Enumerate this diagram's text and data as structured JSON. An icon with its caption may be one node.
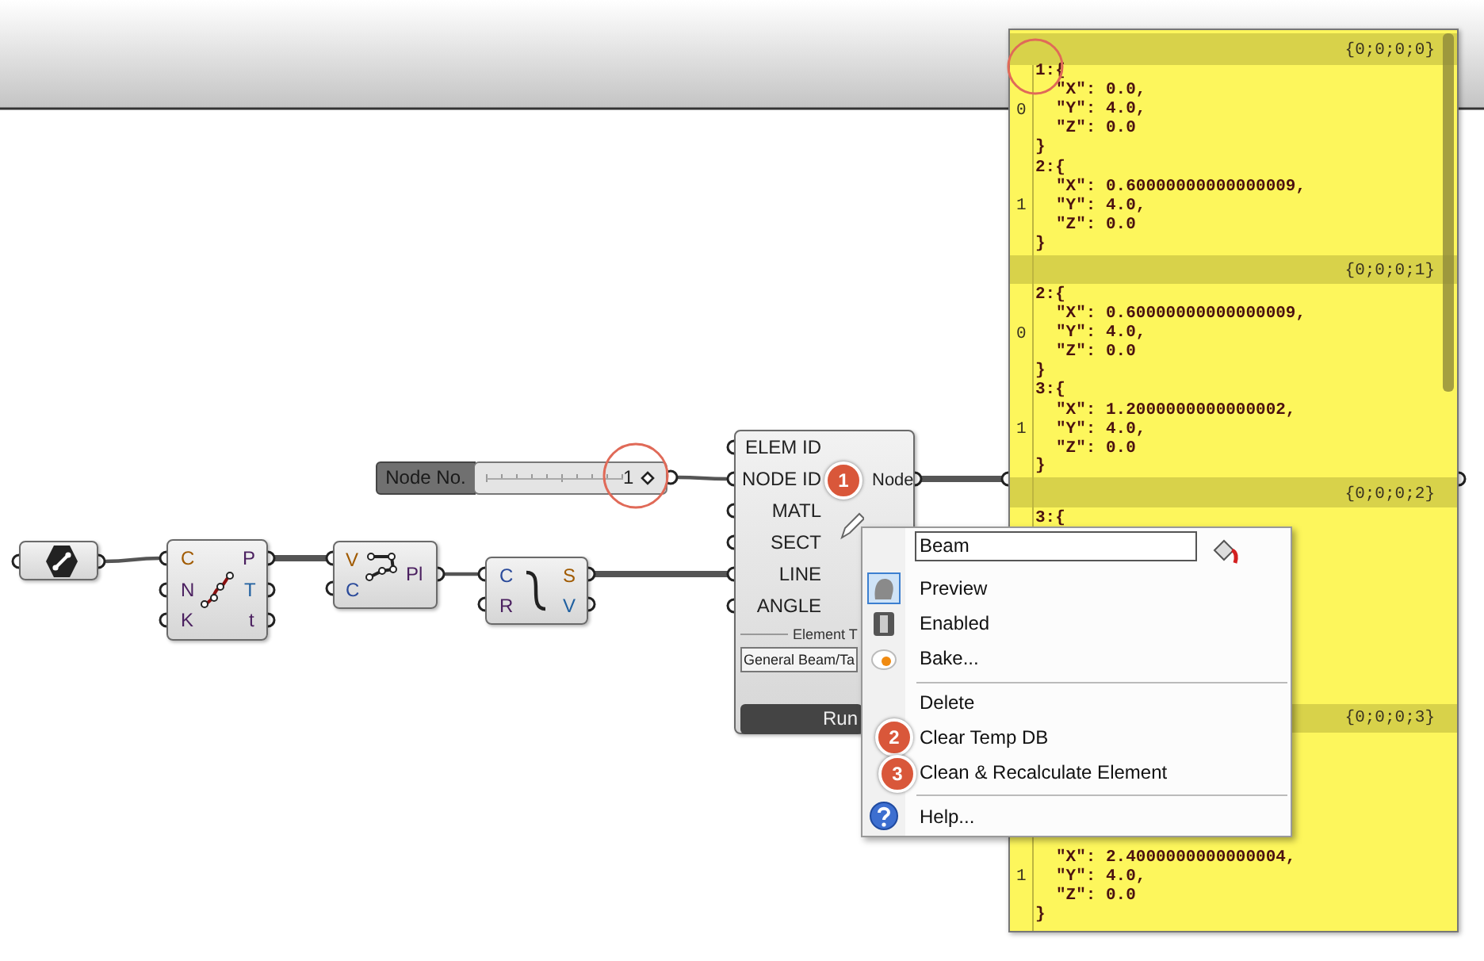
{
  "diagram": {
    "nodes": [
      {
        "text": [],
        "shape": "box"
      },
      {
        "text": [
          "C",
          "N",
          "K",
          "P",
          "T",
          "t"
        ]
      },
      {
        "text": [
          "V",
          "C",
          "Pl"
        ]
      },
      {
        "text": [
          "C",
          "R",
          "S",
          "V"
        ]
      },
      {
        "text": [
          "Node No.",
          "1"
        ]
      },
      {
        "text": [
          "ELEM ID",
          "NODE ID",
          "MATL",
          "SECT",
          "LINE",
          "ANGLE",
          "Node",
          "Element T",
          "General Beam/Ta",
          "Run"
        ]
      },
      {
        "text": [
          "{0;0;0;0}",
          "0",
          "1:{",
          "\"X\": 0.0,",
          "\"Y\": 4.0,",
          "\"Z\": 0.0",
          "}",
          "1",
          "2:{",
          "\"X\": 0.60000000000000009,",
          "\"Y\": 4.0,",
          "\"Z\": 0.0",
          "}",
          "{0;0;0;1}",
          "0",
          "2:{",
          "\"X\": 0.60000000000000009,",
          "\"Y\": 4.0,",
          "\"Z\": 0.0",
          "}",
          "1",
          "3:{",
          "\"X\": 1.2000000000000002,",
          "\"Y\": 4.0,",
          "\"Z\": 0.0",
          "}",
          "{0;0;0;2}",
          "3:{",
          "{0;0;0;3}",
          "1",
          "\"X\": 2.4000000000000004,",
          "\"Y\": 4.0,",
          "\"Z\": 0.0",
          "}"
        ]
      },
      {
        "text": [
          "Beam",
          "Preview",
          "Enabled",
          "Bake...",
          "Delete",
          "Clear Temp DB",
          "Clean & Recalculate Element",
          "Help..."
        ]
      }
    ],
    "edges": [
      {
        "from": 0,
        "to": 1,
        "arrow": "none"
      },
      {
        "from": 1,
        "to": 2,
        "arrow": "none",
        "style": "thick"
      },
      {
        "from": 2,
        "to": 3,
        "arrow": "none"
      },
      {
        "from": 3,
        "to": 5,
        "arrow": "none",
        "style": "thick"
      },
      {
        "from": 4,
        "to": 5,
        "arrow": "none"
      },
      {
        "from": 5,
        "to": 6,
        "arrow": "none",
        "style": "thick"
      }
    ],
    "labels": [
      "1",
      "2",
      "3"
    ]
  }
}
